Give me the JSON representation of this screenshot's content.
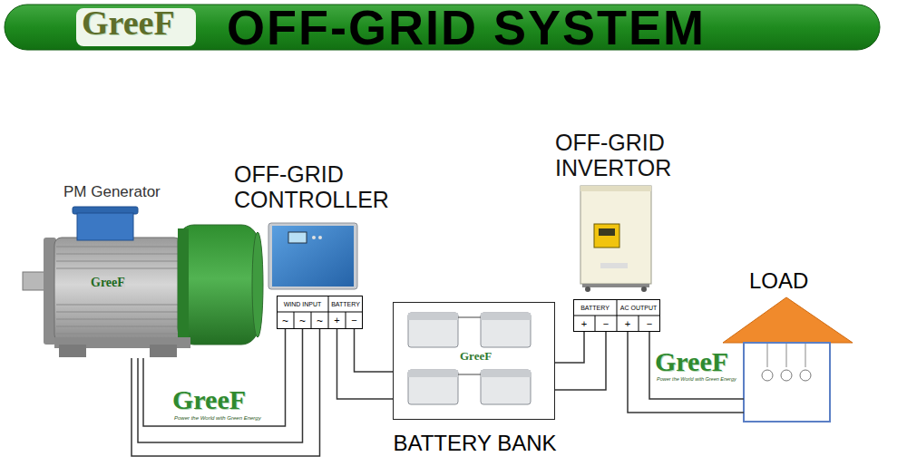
{
  "diagram": {
    "title": "OFF-GRID SYSTEM",
    "nodes": [
      {
        "text": [
          "PM Generator"
        ]
      },
      {
        "text": [
          "OFF-GRID CONTROLLER"
        ]
      },
      {
        "text": [
          "WIND INPUT",
          "BATTERY",
          "~",
          "~",
          "~",
          "+",
          "−"
        ]
      },
      {
        "text": [
          "BATTERY BANK"
        ]
      },
      {
        "text": [
          "OFF-GRID INVERTOR"
        ]
      },
      {
        "text": [
          "BATTERY",
          "AC OUTPUT",
          "+",
          "−",
          "+",
          "−"
        ]
      },
      {
        "text": [
          "LOAD"
        ]
      }
    ],
    "edges": [
      {
        "from": 0,
        "to": 2,
        "arrow": "none"
      },
      {
        "from": 2,
        "to": 3,
        "arrow": "none"
      },
      {
        "from": 3,
        "to": 5,
        "arrow": "none"
      },
      {
        "from": 5,
        "to": 6,
        "arrow": "none"
      }
    ],
    "labels": [
      "GreeF",
      "GreeF",
      "GreeF",
      "GreeF",
      "Power the World with Green Energy",
      "GreeF",
      "Power the World with Green Energy"
    ]
  }
}
